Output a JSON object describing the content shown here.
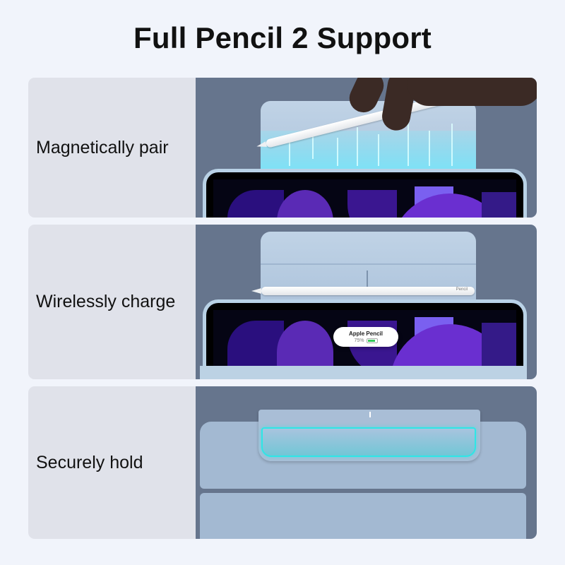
{
  "title": "Full Pencil 2 Support",
  "features": [
    {
      "label": "Magnetically pair",
      "scene": "pencil-attaching-with-magnetic-glow"
    },
    {
      "label": "Wirelessly charge",
      "scene": "pencil-charging-on-case"
    },
    {
      "label": "Securely hold",
      "scene": "case-flap-holding-pencil"
    }
  ],
  "pencil_brand": "Pencil",
  "charge_popup": {
    "title": "Apple Pencil",
    "battery_percent": "75%"
  },
  "colors": {
    "page_bg": "#f1f4fb",
    "label_bg": "#e0e2ea",
    "scene_bg": "#66758d",
    "case_blue": "#b8cde2",
    "magnet_glow": "#2ee6e6",
    "wallpaper_purple": "#5b2bc0"
  }
}
